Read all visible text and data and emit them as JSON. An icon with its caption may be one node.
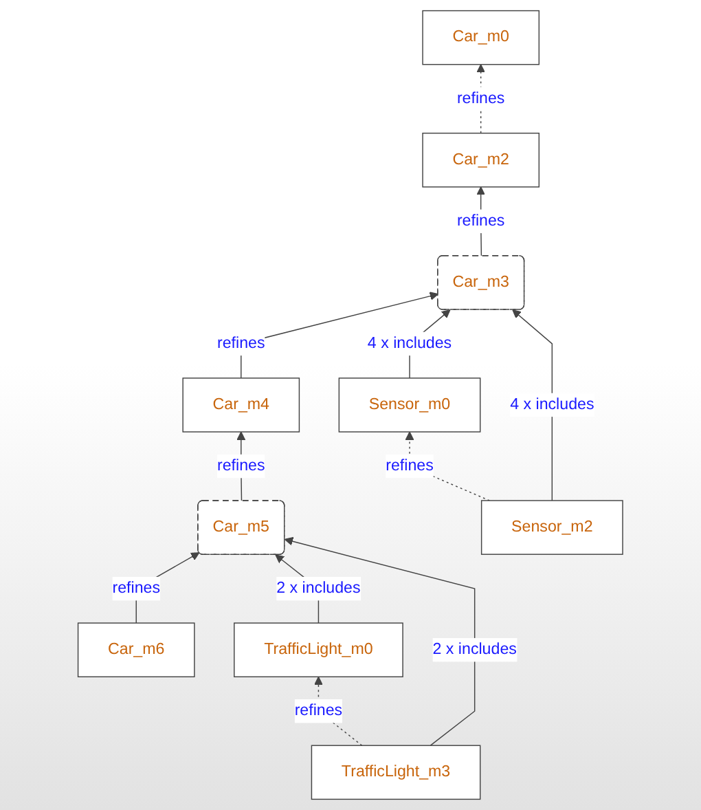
{
  "diagram": {
    "nodes": [
      {
        "text": [
          "Car_m0"
        ]
      },
      {
        "text": [
          "Car_m2"
        ]
      },
      {
        "text": [
          "Car_m3"
        ]
      },
      {
        "text": [
          "Car_m4"
        ]
      },
      {
        "text": [
          "Car_m5"
        ]
      },
      {
        "text": [
          "Car_m6"
        ]
      },
      {
        "text": [
          "Sensor_m0"
        ]
      },
      {
        "text": [
          "Sensor_m2"
        ]
      },
      {
        "text": [
          "TrafficLight_m0"
        ]
      },
      {
        "text": [
          "TrafficLight_m3"
        ]
      }
    ],
    "edges": [
      {
        "from": 1,
        "to": 0,
        "arrow": "to",
        "label": "refines",
        "style": "dashed"
      },
      {
        "from": 2,
        "to": 1,
        "arrow": "to",
        "label": "refines"
      },
      {
        "from": 3,
        "to": 2,
        "arrow": "to",
        "label": "refines"
      },
      {
        "from": 4,
        "to": 3,
        "arrow": "to",
        "label": "refines"
      },
      {
        "from": 5,
        "to": 4,
        "arrow": "to",
        "label": "refines"
      },
      {
        "from": 7,
        "to": 6,
        "arrow": "to",
        "label": "refines",
        "style": "dashed"
      },
      {
        "from": 9,
        "to": 8,
        "arrow": "to",
        "label": "refines",
        "style": "dashed"
      },
      {
        "from": 6,
        "to": 2,
        "arrow": "to",
        "label": "4 x includes"
      },
      {
        "from": 7,
        "to": 2,
        "arrow": "to",
        "label": "4 x includes"
      },
      {
        "from": 8,
        "to": 4,
        "arrow": "to",
        "label": "2 x includes"
      },
      {
        "from": 9,
        "to": 4,
        "arrow": "to",
        "label": "2 x includes"
      }
    ]
  }
}
